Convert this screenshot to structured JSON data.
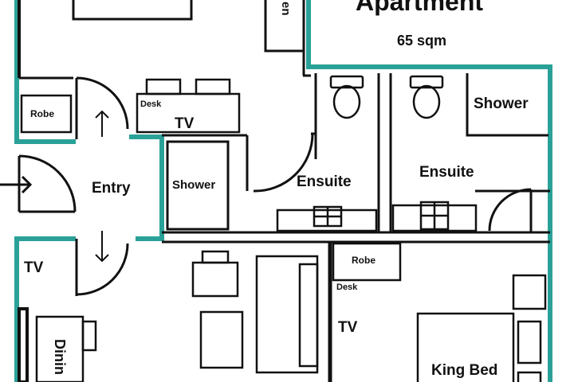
{
  "title": {
    "name": "Apartment",
    "size": "65 sqm"
  },
  "labels": {
    "kitchen_partial": "en",
    "robe_top_left": "Robe",
    "desk_top": "Desk",
    "tv_top": "TV",
    "entry": "Entry",
    "shower_left": "Shower",
    "ensuite_left": "Ensuite",
    "ensuite_right": "Ensuite",
    "shower_right": "Shower",
    "tv_living": "TV",
    "robe_bottom": "Robe",
    "desk_bottom": "Desk",
    "tv_bedroom": "TV",
    "dining_partial": "Dinin",
    "king_bed": "King Bed"
  },
  "colors": {
    "outer_wall": "#2aa198",
    "wall": "#111111",
    "floor": "#ffffff"
  },
  "icons": [
    "entry-arrow-icon",
    "arrow-up-icon",
    "arrow-down-icon",
    "toilet-icon",
    "sink-icon",
    "door-swing-icon"
  ]
}
